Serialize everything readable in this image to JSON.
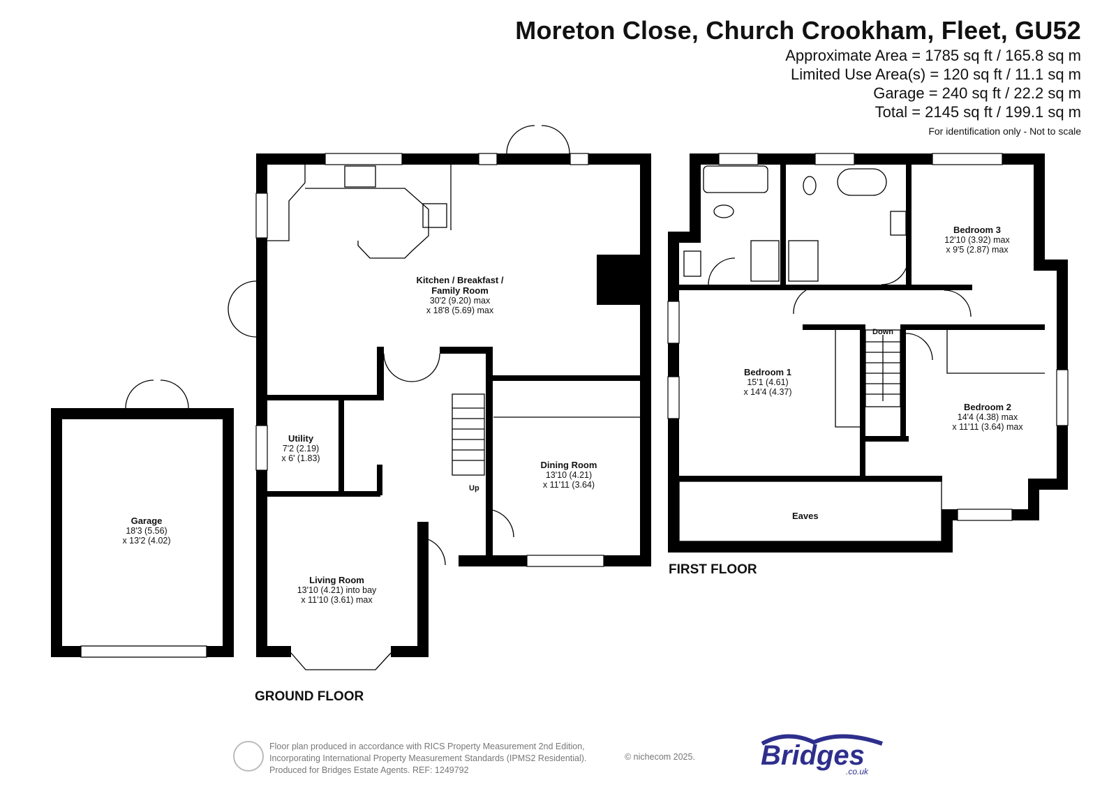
{
  "header": {
    "address": "Moreton Close, Church Crookham, Fleet, GU52",
    "areas": [
      "Approximate Area = 1785 sq ft / 165.8 sq m",
      "Limited Use Area(s) = 120 sq ft / 11.1 sq m",
      "Garage = 240 sq ft / 22.2 sq m",
      "Total = 2145 sq ft / 199.1 sq m"
    ],
    "disclaimer": "For identification only - Not to scale"
  },
  "ground_floor": {
    "label": "GROUND FLOOR",
    "rooms": {
      "kitchen": {
        "name_line1": "Kitchen / Breakfast /",
        "name_line2": "Family Room",
        "dim1": "30'2 (9.20) max",
        "dim2": "x 18'8 (5.69) max"
      },
      "utility": {
        "name": "Utility",
        "dim1": "7'2 (2.19)",
        "dim2": "x 6' (1.83)"
      },
      "dining": {
        "name": "Dining Room",
        "dim1": "13'10 (4.21)",
        "dim2": "x 11'11 (3.64)"
      },
      "living": {
        "name": "Living Room",
        "dim1": "13'10 (4.21) into bay",
        "dim2": "x 11'10 (3.61) max"
      },
      "garage": {
        "name": "Garage",
        "dim1": "18'3 (5.56)",
        "dim2": "x 13'2 (4.02)"
      }
    },
    "stairs_label": "Up"
  },
  "first_floor": {
    "label": "FIRST FLOOR",
    "rooms": {
      "bedroom1": {
        "name": "Bedroom 1",
        "dim1": "15'1 (4.61)",
        "dim2": "x 14'4 (4.37)"
      },
      "bedroom2": {
        "name": "Bedroom 2",
        "dim1": "14'4 (4.38) max",
        "dim2": "x 11'11 (3.64) max"
      },
      "bedroom3": {
        "name": "Bedroom 3",
        "dim1": "12'10 (3.92) max",
        "dim2": "x 9'5 (2.87) max"
      },
      "eaves": {
        "name": "Eaves"
      }
    },
    "stairs_label": "Down"
  },
  "footer": {
    "lines": [
      "Floor plan produced in accordance with RICS Property Measurement 2nd Edition,",
      "Incorporating International Property Measurement Standards (IPMS2 Residential).",
      "Produced for Bridges Estate Agents.   REF: 1249792"
    ],
    "copyright": "© nichecom 2025.",
    "brand": "Bridges",
    "brand_domain": ".co.uk"
  },
  "colors": {
    "wall": "#000000",
    "brand": "#2e2f8c",
    "footer_text": "#777777"
  }
}
